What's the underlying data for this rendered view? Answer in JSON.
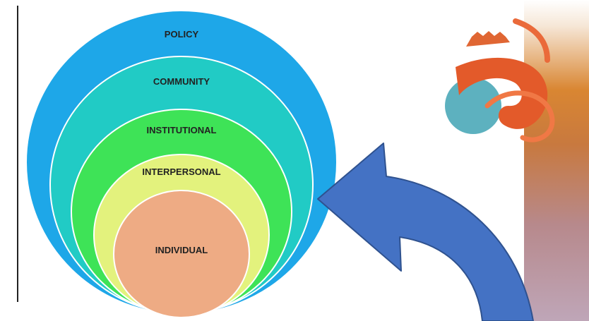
{
  "diagram": {
    "rings": [
      {
        "key": "policy",
        "label": "POLICY",
        "color": "#1ea7e8"
      },
      {
        "key": "community",
        "label": "COMMUNITY",
        "color": "#21cbc5"
      },
      {
        "key": "institutional",
        "label": "INSTITUTIONAL",
        "color": "#3ee357"
      },
      {
        "key": "interpersonal",
        "label": "INTERPERSONAL",
        "color": "#e3f27d"
      },
      {
        "key": "individual",
        "label": "INDIVIDUAL",
        "color": "#eeab84"
      }
    ],
    "arrow_color": "#4472c4",
    "arrow_outline": "#2f528f"
  },
  "decor": {
    "logo": "swirl-logo",
    "panel_colors": [
      "#f6e7d7",
      "#d98632",
      "#b7898c"
    ]
  }
}
